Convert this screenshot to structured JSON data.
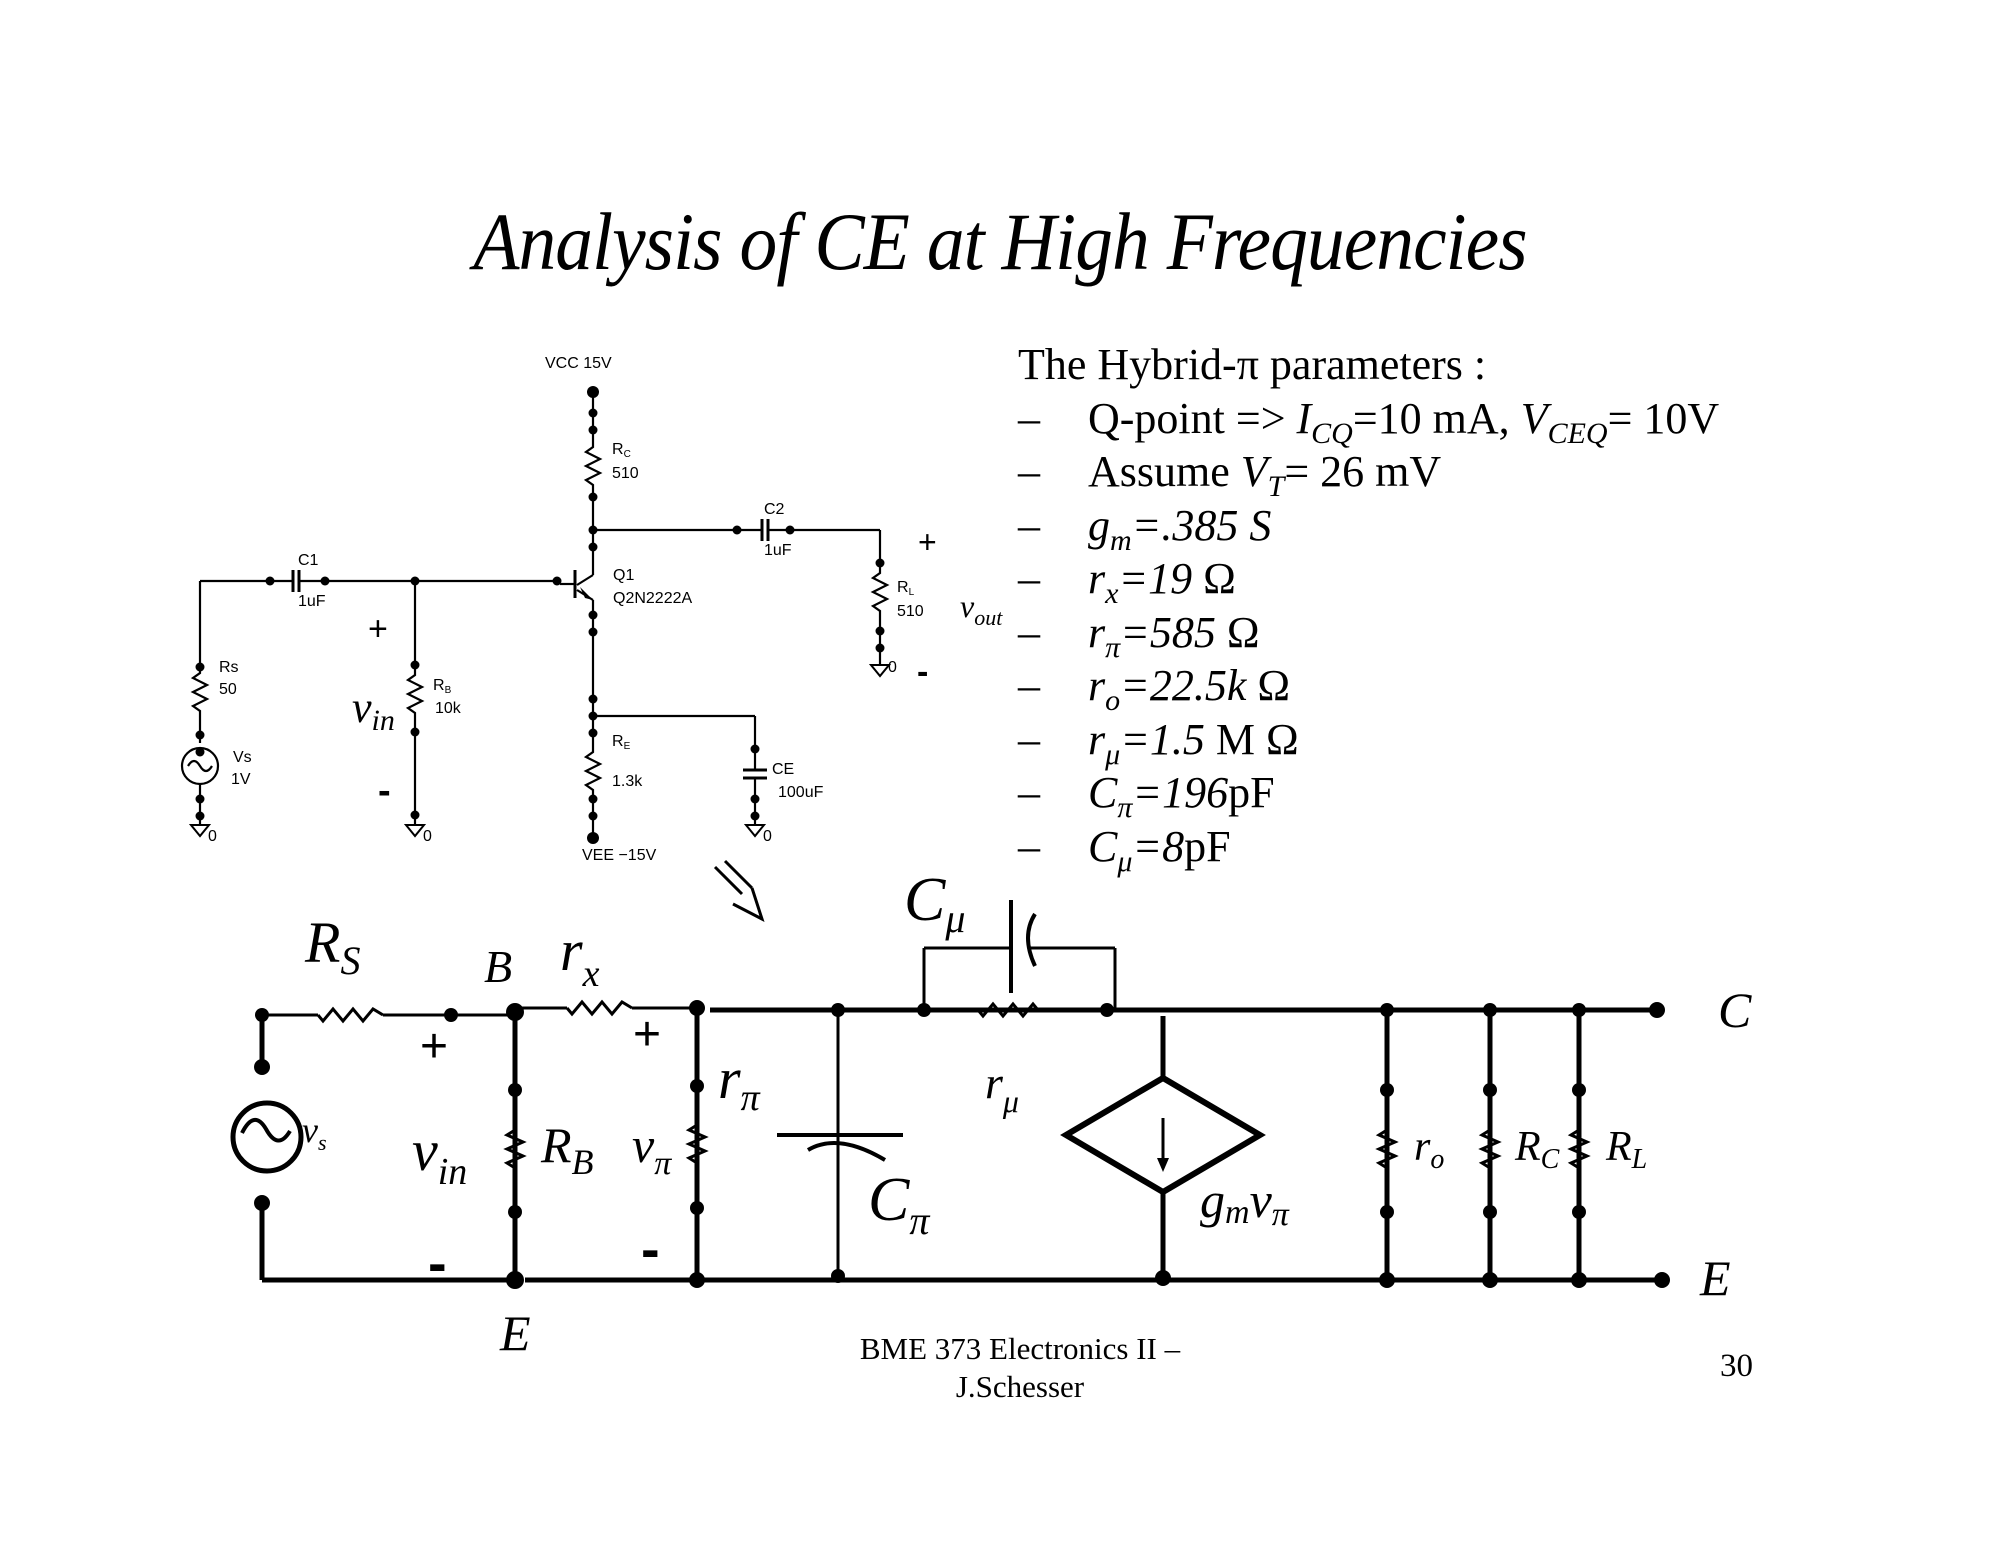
{
  "slide": {
    "title": "Analysis of CE at High Frequencies",
    "page_number": "30",
    "footer_line1": "BME 373 Electronics II –",
    "footer_line2": "J.Schesser"
  },
  "params": {
    "heading": "The Hybrid-π parameters :",
    "bullet": "–",
    "items": [
      {
        "pre": "Q-point => ",
        "sym": "I",
        "sub": "CQ",
        "mid": "=10 mA, ",
        "sym2": "V",
        "sub2": "CEQ",
        "post": "= 10V"
      },
      {
        "pre": "Assume ",
        "sym": "V",
        "sub": "T",
        "post": "= 26 mV"
      },
      {
        "sym": "g",
        "sub": "m",
        "post_it": "=.385 S"
      },
      {
        "sym": "r",
        "sub": "x",
        "post_it": "=19",
        "post": " Ω"
      },
      {
        "sym": "r",
        "sub": "π",
        "post_it": "=585",
        "post": " Ω"
      },
      {
        "sym": "r",
        "sub": "o",
        "post_it": "=22.5k",
        "post": " Ω"
      },
      {
        "sym": "r",
        "sub": "μ",
        "post_it": "=1.5",
        "post": " M Ω"
      },
      {
        "sym": "C",
        "sub": "π",
        "post_it": "=196",
        "post": "pF"
      },
      {
        "sym": "C",
        "sub": "μ",
        "post_it": "=8",
        "post": "pF"
      }
    ]
  },
  "schematic": {
    "vcc": "VCC 15V",
    "vee": "VEE −15V",
    "rc_name": "R",
    "rc_sub": "C",
    "rc_val": "510",
    "c1_name": "C1",
    "c1_val": "1uF",
    "c2_name": "C2",
    "c2_val": "1uF",
    "q1_name": "Q1",
    "q1_part": "Q2N2222A",
    "rs_name": "Rs",
    "rs_val": "50",
    "vs_name": "Vs",
    "vs_val": "1V",
    "rb_name": "R",
    "rb_sub": "B",
    "rb_val": "10k",
    "re_name": "R",
    "re_sub": "E",
    "re_val": "1.3k",
    "ce_name": "CE",
    "ce_val": "100uF",
    "rl_name": "R",
    "rl_sub": "L",
    "rl_val": "510",
    "gnd": "0",
    "plus": "+",
    "minus": "-",
    "vin_sym": "v",
    "vin_sub": "in",
    "vout_sym": "v",
    "vout_sub": "out"
  },
  "model": {
    "rs_sym": "R",
    "rs_sub": "S",
    "b_node": "B",
    "rx_sym": "r",
    "rx_sub": "x",
    "vs_sym": "v",
    "vs_sub": "s",
    "vin_sym": "v",
    "vin_sub": "in",
    "rb_sym": "R",
    "rb_sub": "B",
    "vpi_sym": "v",
    "vpi_sub": "π",
    "rpi_sym": "r",
    "rpi_sub": "π",
    "cpi_sym": "C",
    "cpi_sub": "π",
    "cmu_sym": "C",
    "cmu_sub": "μ",
    "rmu_sym": "r",
    "rmu_sub": "μ",
    "gm_sym": "g",
    "gm_sub": "m",
    "gm_sym2": "v",
    "gm_sub2": "π",
    "ro_sym": "r",
    "ro_sub": "o",
    "rc_sym": "R",
    "rc_sub": "C",
    "rl_sym": "R",
    "rl_sub": "L",
    "c_node": "C",
    "e_node": "E",
    "plus": "+",
    "minus": "-"
  }
}
